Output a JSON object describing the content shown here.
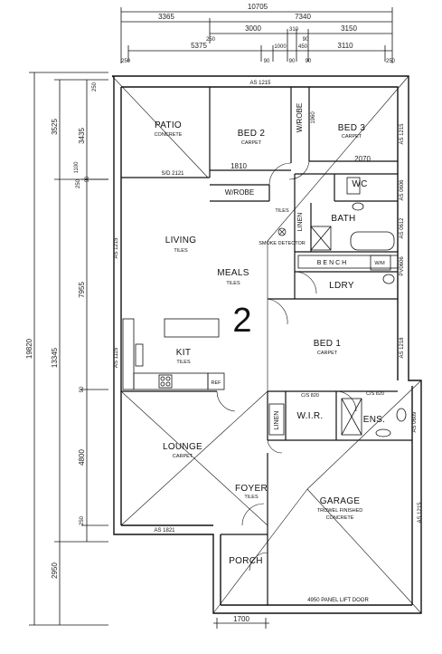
{
  "top_dims": {
    "overall": "10705",
    "row1_left": "3365",
    "row1_right": "7340",
    "row2_a": "3000",
    "row2_b": "310",
    "row2_c": "3150",
    "row2_left_small": "250",
    "row2_mid_small": "90",
    "row3_a": "5375",
    "row3_b": "1000",
    "row3_c": "450",
    "row3_d": "3110",
    "end_left": "250",
    "end_90a": "90",
    "end_90b": "90",
    "end_90c": "90",
    "end_right": "250"
  },
  "left_dims": {
    "overall": "19820",
    "seg_3525": "3525",
    "seg_13345": "13345",
    "seg_2950": "2950",
    "seg_3435": "3435",
    "seg_7955": "7955",
    "seg_4800": "4800",
    "seg_250a": "250",
    "seg_250b": "250",
    "seg_250c": "250",
    "seg_90a": "90",
    "seg_90b": "90",
    "seg_1100": "1100"
  },
  "bottom_dims": {
    "porch_width": "1700"
  },
  "rooms": {
    "patio": {
      "name": "PATIO",
      "finish": "CONCRETE"
    },
    "bed2": {
      "name": "BED 2",
      "finish": "CARPET"
    },
    "bed3": {
      "name": "BED 3",
      "finish": "CARPET"
    },
    "robe_bed2": "W/ROBE",
    "robe_living": "W/ROBE",
    "wc": "WC",
    "bath": "BATH",
    "linen1": "LINEN",
    "linen2": "LINEN",
    "bench": "BENCH",
    "wm": "W/M",
    "ldry": "LDRY",
    "living": {
      "name": "LIVING",
      "finish": "TILES"
    },
    "meals": {
      "name": "MEALS",
      "finish": "TILES"
    },
    "kit": {
      "name": "KIT",
      "finish": "TILES"
    },
    "bed1": {
      "name": "BED 1",
      "finish": "CARPET"
    },
    "wir": "W.I.R.",
    "ens": "ENS.",
    "lounge": {
      "name": "LOUNGE",
      "finish": "CARPET"
    },
    "foyer": {
      "name": "FOYER",
      "finish": "TILES"
    },
    "garage": {
      "name": "GARAGE",
      "finish1": "TROWEL FINISHED",
      "finish2": "CONCRETE"
    },
    "porch": "PORCH",
    "ref": "REF",
    "tiles": "TILES",
    "smoke": "SMOKE DETECTOR"
  },
  "walls": {
    "as1215_top": "AS 1215",
    "sd2121": "S/D 2121",
    "d1810": "1810",
    "d2070": "2070",
    "d1960": "1960",
    "as1215_right": "AS 1215",
    "as0606": "AS 0606",
    "as0612": "AS 0612",
    "pv0606": "PV0606",
    "as1215_left": "AS 1215",
    "as1115_left": "AS 1115",
    "as1218_right": "AS 1218",
    "cs820a": "C/S 820",
    "cs820b": "C/S 820",
    "as0609": "AS 0609",
    "as1215_garage": "AS 1215",
    "as1821": "AS 1821",
    "panel_door": "4950 PANEL LIFT DOOR"
  },
  "lot_number": "2"
}
